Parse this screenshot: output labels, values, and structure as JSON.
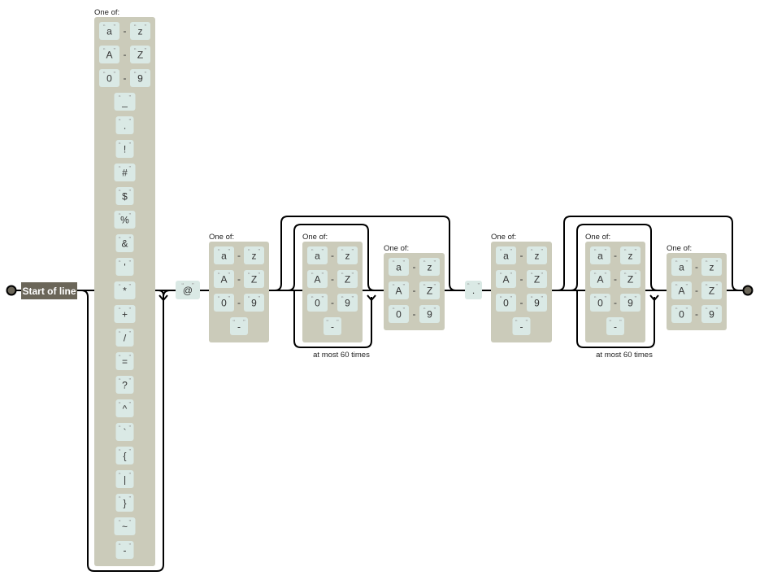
{
  "diagram": {
    "title": "Regular expression railroad diagram (email pattern)",
    "start_label": "Start of line",
    "one_of_label": "One of:",
    "repeat_label": "at most 60 times",
    "colors": {
      "box": "#cbcbba",
      "literal": "#dae9e5",
      "anchor": "#6b6659",
      "line": "#000000"
    },
    "local_part": {
      "ranges": [
        [
          "a",
          "z"
        ],
        [
          "A",
          "Z"
        ],
        [
          "0",
          "9"
        ]
      ],
      "chars": [
        "_",
        ".",
        "!",
        "#",
        "$",
        "%",
        "&",
        "'",
        "*",
        "+",
        "/",
        "=",
        "?",
        "^",
        "`",
        "{",
        "|",
        "}",
        "~",
        "-"
      ]
    },
    "at_literal": "@",
    "dot_literal": ".",
    "label_start": {
      "ranges": [
        [
          "a",
          "z"
        ],
        [
          "A",
          "Z"
        ],
        [
          "0",
          "9"
        ]
      ],
      "chars": [
        "-"
      ]
    },
    "label_middle": {
      "ranges": [
        [
          "a",
          "z"
        ],
        [
          "A",
          "Z"
        ],
        [
          "0",
          "9"
        ]
      ],
      "chars": [
        "-"
      ]
    },
    "label_end": {
      "ranges": [
        [
          "a",
          "z"
        ],
        [
          "A",
          "Z"
        ],
        [
          "0",
          "9"
        ]
      ],
      "chars": []
    }
  }
}
